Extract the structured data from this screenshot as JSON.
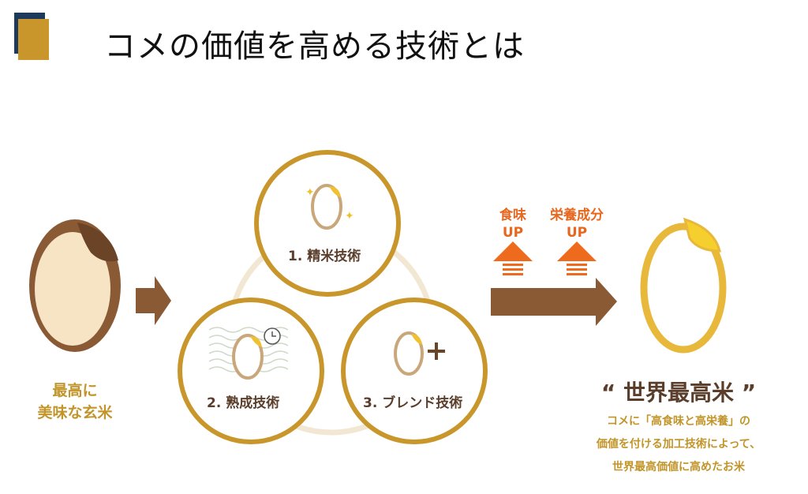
{
  "header": {
    "title": "コメの価値を高める技術とは"
  },
  "left": {
    "label_line1": "最高に",
    "label_line2": "美味な玄米"
  },
  "techniques": [
    {
      "label": "1. 精米技術"
    },
    {
      "label": "2. 熟成技術"
    },
    {
      "label": "3. ブレンド技術"
    }
  ],
  "benefits": [
    {
      "line1": "食味",
      "line2": "UP"
    },
    {
      "line1": "栄養成分",
      "line2": "UP"
    }
  ],
  "result": {
    "title": "“ 世界最高米 ”",
    "desc_line1": "コメに「高食味と高栄養」の",
    "desc_line2": "価値を付ける加工技術によって、",
    "desc_line3": "世界最高価値に高めたお米"
  },
  "colors": {
    "navy": "#1d3a5c",
    "gold": "#c8962a",
    "brown": "#8a5a35",
    "orange": "#ee6a1c",
    "yellow": "#f0c030"
  }
}
